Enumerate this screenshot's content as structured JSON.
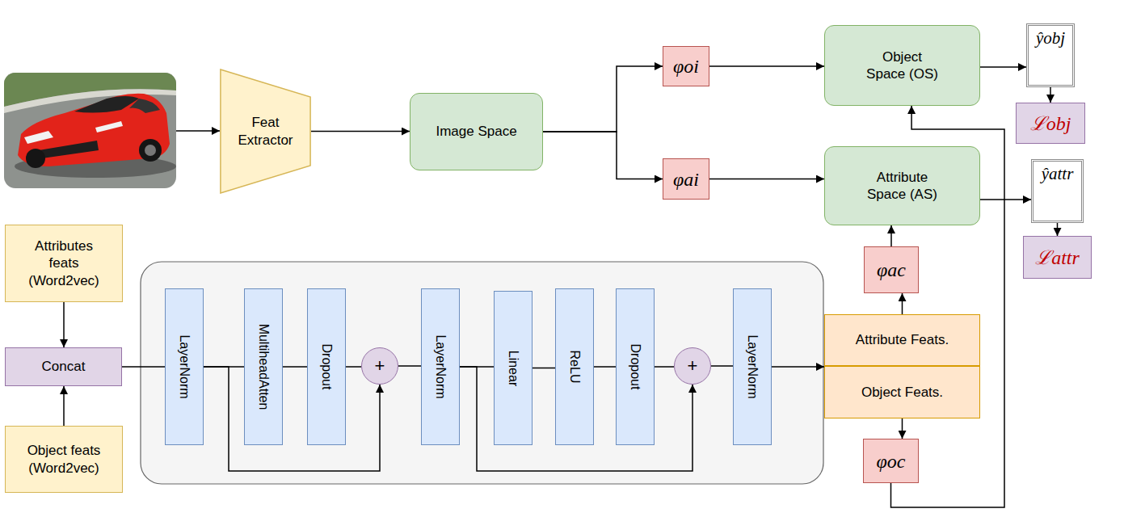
{
  "diagram": {
    "nodes": [
      {
        "text": [
          "Feat Extractor"
        ]
      },
      {
        "text": [
          "Image Space"
        ]
      },
      {
        "text": [
          "φoi"
        ]
      },
      {
        "text": [
          "φai"
        ]
      },
      {
        "text": [
          "Object Space (OS)"
        ]
      },
      {
        "text": [
          "ŷobj"
        ]
      },
      {
        "text": [
          "ℒobj"
        ]
      },
      {
        "text": [
          "Attribute Space (AS)"
        ]
      },
      {
        "text": [
          "ŷattr"
        ]
      },
      {
        "text": [
          "ℒattr"
        ]
      },
      {
        "text": [
          "Attributes feats (Word2vec)"
        ]
      },
      {
        "text": [
          "Concat"
        ]
      },
      {
        "text": [
          "Object feats (Word2vec)"
        ]
      },
      {
        "text": [
          "LayerNorm"
        ]
      },
      {
        "text": [
          "MultiheadAtten"
        ]
      },
      {
        "text": [
          "Dropout"
        ]
      },
      {
        "text": [
          "+"
        ]
      },
      {
        "text": [
          "LayerNorm"
        ]
      },
      {
        "text": [
          "Linear"
        ]
      },
      {
        "text": [
          "ReLU"
        ]
      },
      {
        "text": [
          "Dropout"
        ]
      },
      {
        "text": [
          "+"
        ]
      },
      {
        "text": [
          "LayerNorm"
        ]
      },
      {
        "text": [
          "φac"
        ]
      },
      {
        "text": [
          "Attribute Feats."
        ]
      },
      {
        "text": [
          "Object Feats."
        ]
      },
      {
        "text": [
          "φoc"
        ]
      }
    ],
    "edges": [
      {
        "from": 0,
        "to": 1,
        "arrow": "to"
      },
      {
        "from": 1,
        "to": 2,
        "arrow": "to"
      },
      {
        "from": 1,
        "to": 3,
        "arrow": "to"
      },
      {
        "from": 2,
        "to": 4,
        "arrow": "to"
      },
      {
        "from": 3,
        "to": 7,
        "arrow": "to"
      },
      {
        "from": 4,
        "to": 5,
        "arrow": "to"
      },
      {
        "from": 7,
        "to": 8,
        "arrow": "to"
      },
      {
        "from": 5,
        "to": 6,
        "arrow": "to"
      },
      {
        "from": 8,
        "to": 9,
        "arrow": "to"
      },
      {
        "from": 10,
        "to": 11,
        "arrow": "to"
      },
      {
        "from": 12,
        "to": 11,
        "arrow": "to"
      },
      {
        "from": 11,
        "to": 13,
        "arrow": "none"
      },
      {
        "from": 13,
        "to": 14,
        "arrow": "none"
      },
      {
        "from": 14,
        "to": 15,
        "arrow": "none"
      },
      {
        "from": 15,
        "to": 16,
        "arrow": "none"
      },
      {
        "from": 13,
        "to": 16,
        "arrow": "to"
      },
      {
        "from": 16,
        "to": 17,
        "arrow": "none"
      },
      {
        "from": 17,
        "to": 18,
        "arrow": "none"
      },
      {
        "from": 18,
        "to": 19,
        "arrow": "none"
      },
      {
        "from": 19,
        "to": 20,
        "arrow": "none"
      },
      {
        "from": 20,
        "to": 21,
        "arrow": "none"
      },
      {
        "from": 17,
        "to": 21,
        "arrow": "to"
      },
      {
        "from": 21,
        "to": 22,
        "arrow": "none"
      },
      {
        "from": 22,
        "to": 24,
        "arrow": "to"
      },
      {
        "from": 24,
        "to": 23,
        "arrow": "to"
      },
      {
        "from": 23,
        "to": 7,
        "arrow": "to"
      },
      {
        "from": 25,
        "to": 26,
        "arrow": "to"
      },
      {
        "from": 26,
        "to": 4,
        "arrow": "to"
      }
    ]
  }
}
